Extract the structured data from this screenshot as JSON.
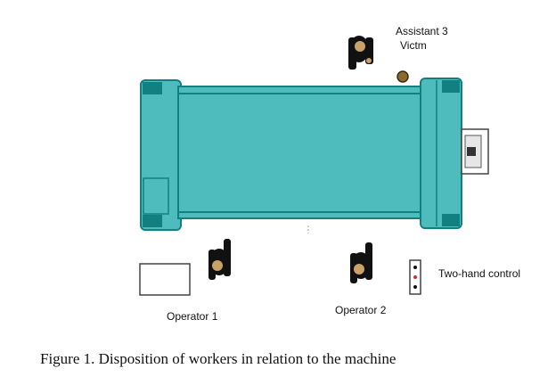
{
  "labels": {
    "assistant": "Assistant  3",
    "victim": "Victm",
    "two_hand_control": "Two-hand control",
    "operator1": "Operator 1",
    "operator2": "Operator 2"
  },
  "caption": "Figure 1. Disposition of workers in relation to the machine",
  "colors": {
    "machine_fill": "#4ebcbd",
    "machine_dark": "#127f80",
    "machine_light": "#6fd0d0",
    "worker": "#111111",
    "hand": "#c9a26a",
    "control_dot": "#d23030"
  }
}
